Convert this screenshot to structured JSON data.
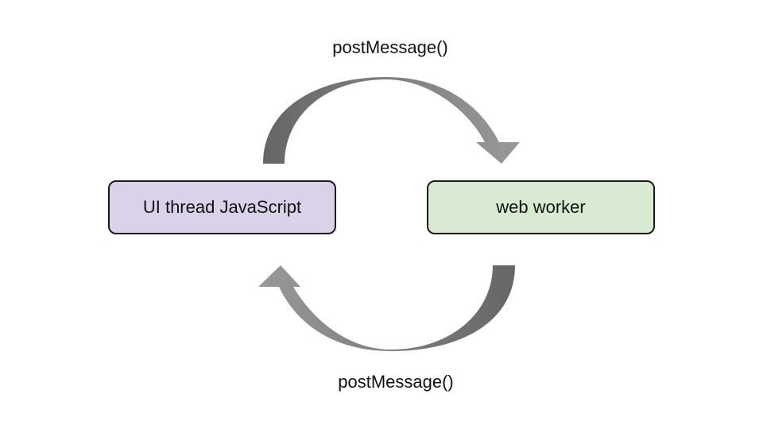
{
  "diagram": {
    "top_message_label": "postMessage()",
    "bottom_message_label": "postMessage()",
    "nodes": {
      "ui_thread": {
        "label": "UI thread JavaScript",
        "fill": "#d9d2e9"
      },
      "worker": {
        "label": "web worker",
        "fill": "#d9ead3"
      }
    },
    "edges": [
      {
        "from": "ui_thread",
        "to": "worker",
        "label": "postMessage()"
      },
      {
        "from": "worker",
        "to": "ui_thread",
        "label": "postMessage()"
      }
    ],
    "colors": {
      "arrow_dark": "#666666",
      "arrow_light": "#999999",
      "node_border": "#1a1a1a"
    }
  }
}
